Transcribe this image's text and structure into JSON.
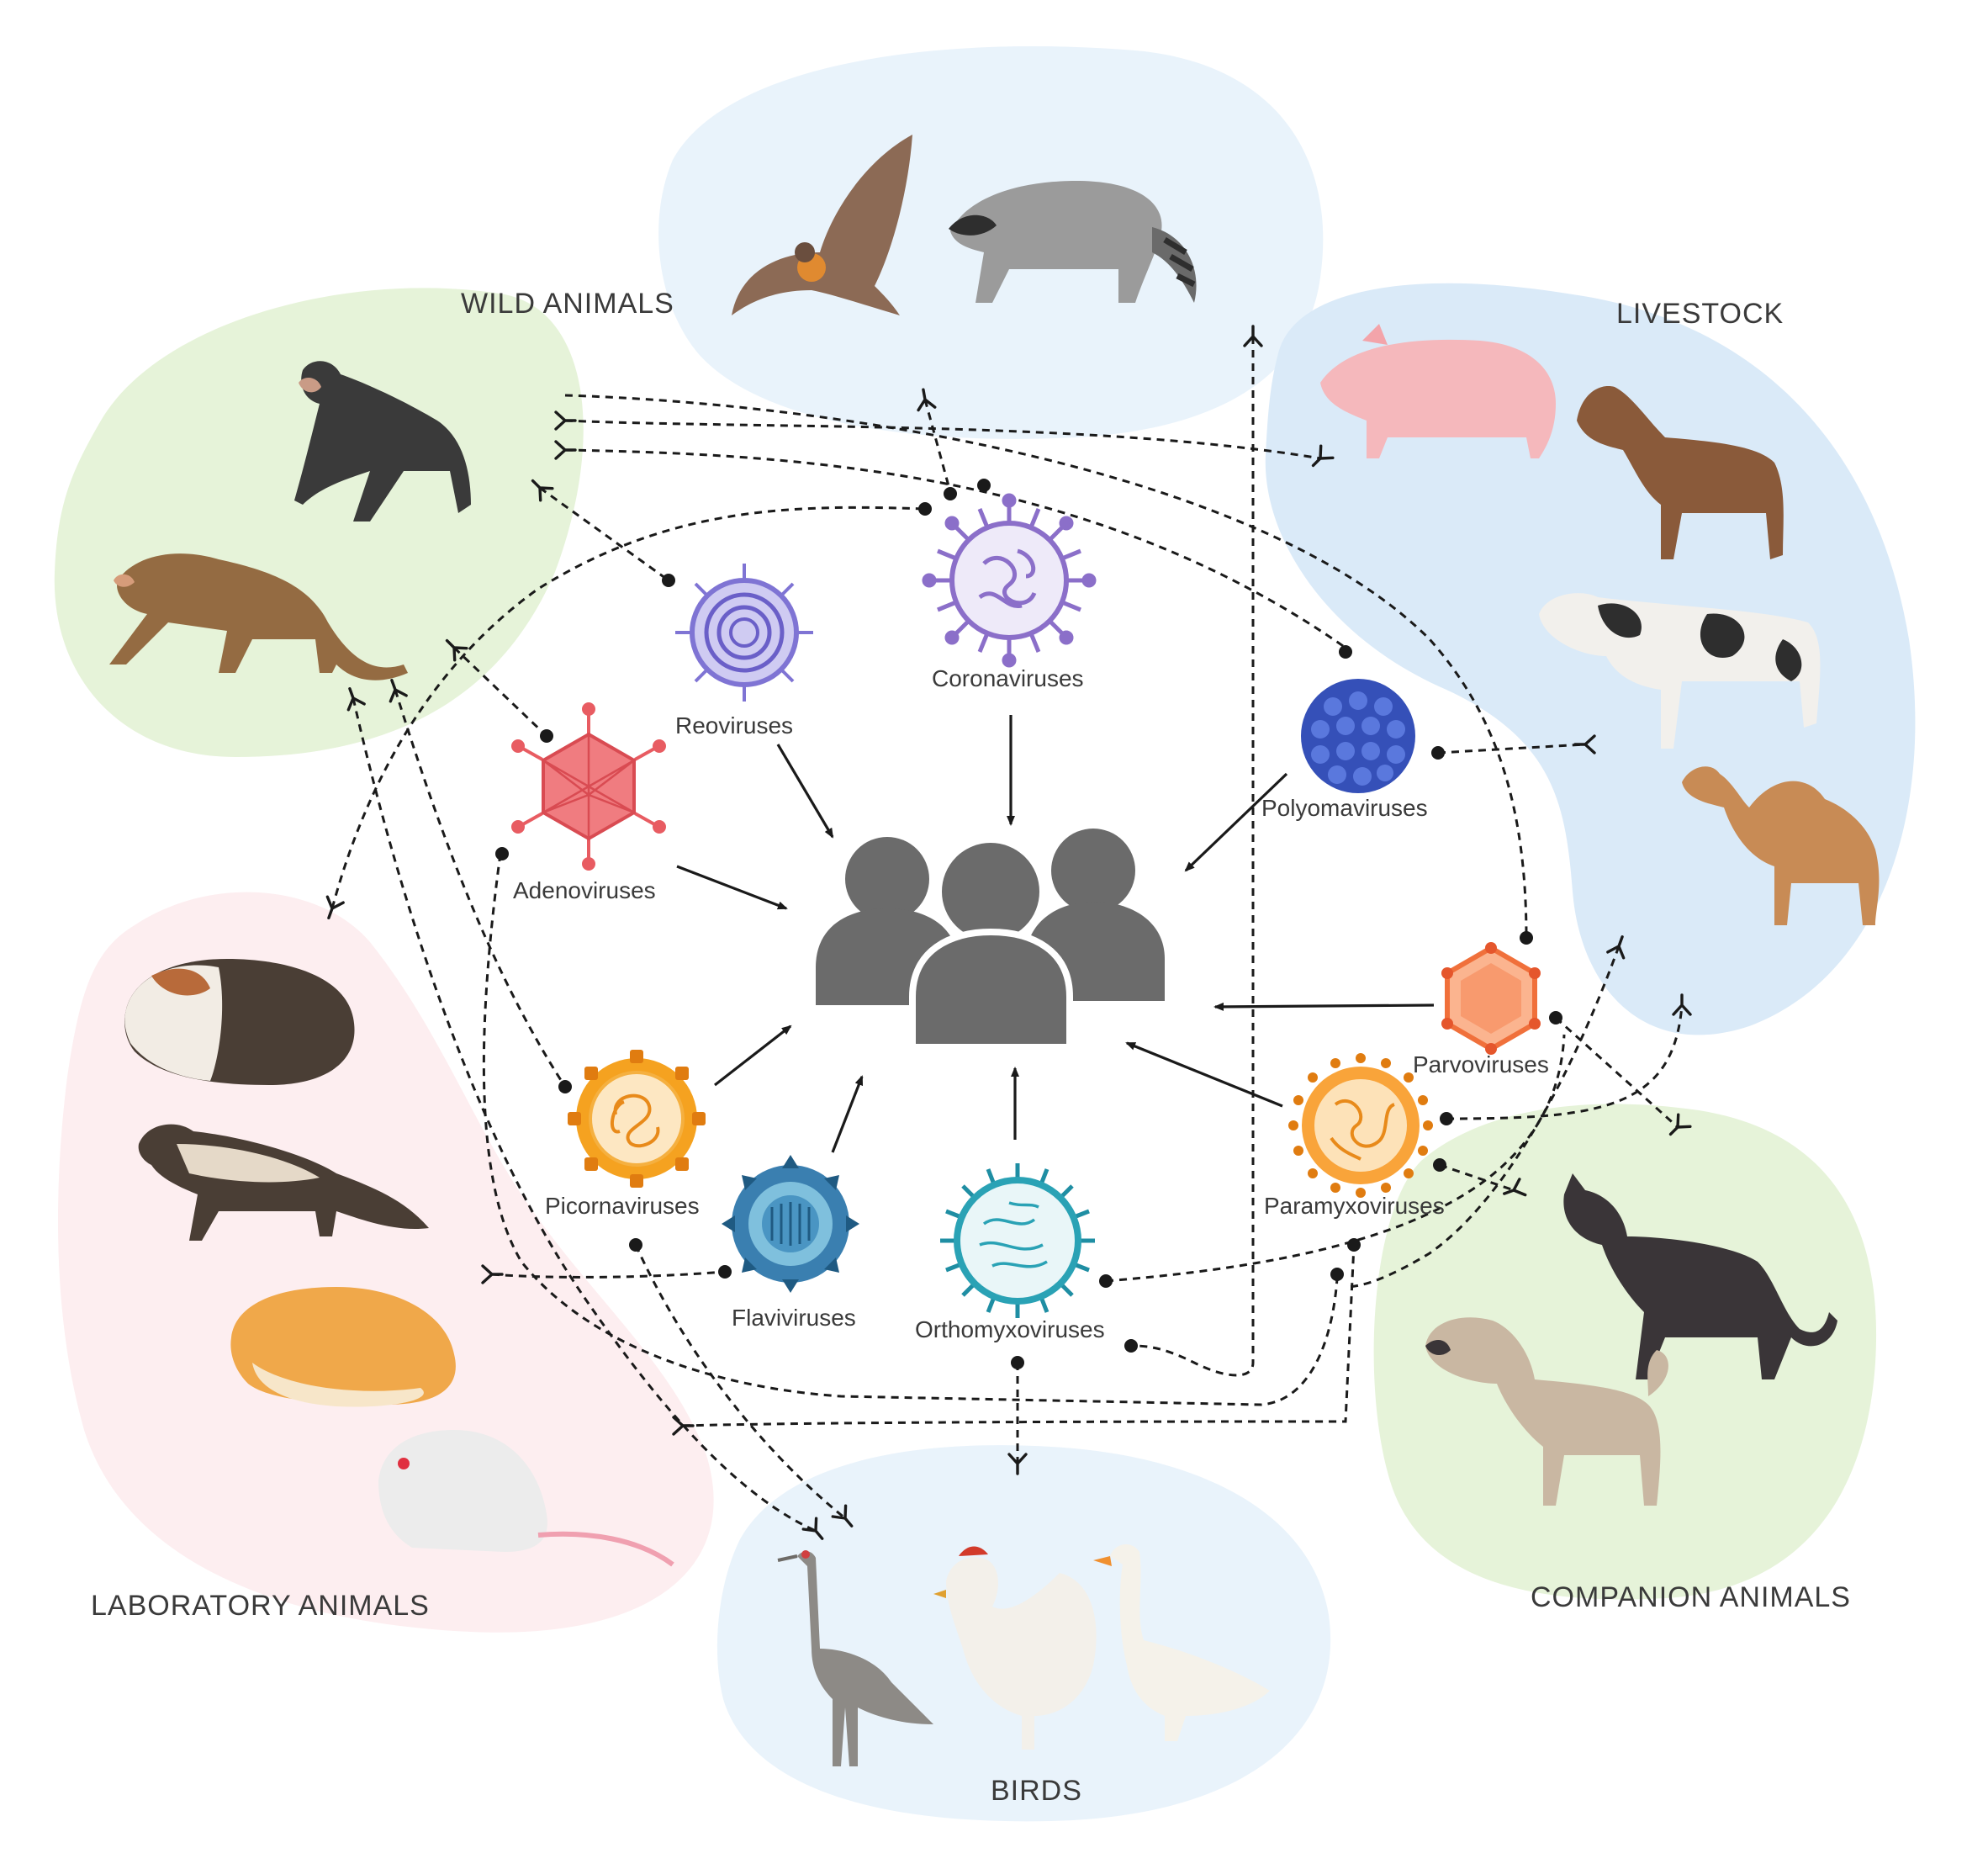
{
  "groups": {
    "wild": {
      "label": "WILD ANIMALS",
      "color": "#e6f3d9"
    },
    "livestock": {
      "label": "LIVESTOCK",
      "color": "#daeaf8"
    },
    "laboratory": {
      "label": "LABORATORY ANIMALS",
      "color": "#fdeef0"
    },
    "companion": {
      "label": "COMPANION ANIMALS",
      "color": "#e6f3d9"
    },
    "birds": {
      "label": "BIRDS",
      "color": "#e9f3fb"
    },
    "bat_raccoon": {
      "color": "#e9f3fb"
    }
  },
  "viruses": {
    "coronaviruses": {
      "label": "Coronaviruses",
      "color": "#8b6fc9"
    },
    "reoviruses": {
      "label": "Reoviruses",
      "color": "#7f74d4"
    },
    "polyomaviruses": {
      "label": "Polyomaviruses",
      "color": "#3550b8"
    },
    "adenoviruses": {
      "label": "Adenoviruses",
      "color": "#e85c62"
    },
    "parvoviruses": {
      "label": "Parvoviruses",
      "color": "#f58a5c"
    },
    "picornaviruses": {
      "label": "Picornaviruses",
      "color": "#f39c20"
    },
    "flaviviruses": {
      "label": "Flaviviruses",
      "color": "#2a6f9a"
    },
    "orthomyxoviruses": {
      "label": "Orthomyxoviruses",
      "color": "#2aa2b5"
    },
    "paramyxoviruses": {
      "label": "Paramyxoviruses",
      "color": "#f5a030"
    }
  },
  "icons": {
    "humans": "people-group-icon",
    "bat": "bat-icon",
    "raccoon": "raccoon-icon",
    "chimpanzee": "chimpanzee-icon",
    "monkey": "monkey-icon",
    "pig": "pig-icon",
    "horse": "horse-icon",
    "cow": "cow-icon",
    "camel": "camel-icon",
    "guinea_pig": "guinea-pig-icon",
    "ferret": "ferret-icon",
    "hamster": "hamster-icon",
    "mouse": "mouse-icon",
    "cat": "cat-icon",
    "dog": "dog-icon",
    "crane": "crane-icon",
    "chicken": "chicken-icon",
    "goose": "goose-icon"
  }
}
